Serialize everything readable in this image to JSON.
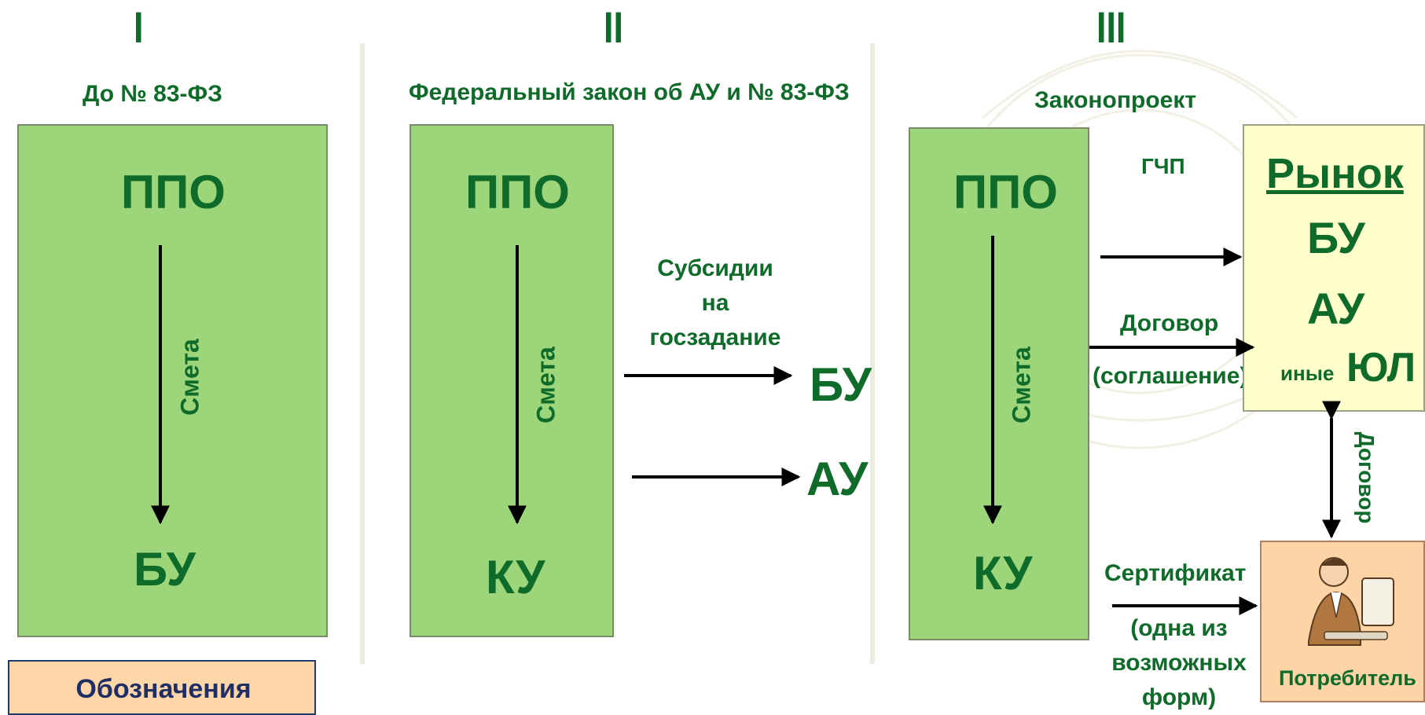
{
  "columns": {
    "c1": {
      "numeral": "I",
      "title": "До № 83-ФЗ",
      "top": "ППО",
      "bottom": "БУ",
      "flow_label": "Смета"
    },
    "c2": {
      "numeral": "II",
      "title": "Федеральный закон об АУ и № 83-ФЗ",
      "top": "ППО",
      "bottom": "КУ",
      "flow_label": "Смета",
      "subsidy_lines": [
        "Субсидии",
        "на",
        "госзадание"
      ],
      "target_bu": "БУ",
      "target_au": "АУ"
    },
    "c3": {
      "numeral": "III",
      "title": "Законопроект",
      "top": "ППО",
      "bottom": "КУ",
      "flow_label": "Смета",
      "gchp": "ГЧП",
      "contract": "Договор",
      "agreement": "(соглашение)",
      "certificate": "Сертификат",
      "cert_note_lines": [
        "(одна из",
        "возможных",
        "форм)"
      ],
      "market": {
        "title": "Рынок",
        "bu": "БУ",
        "au": "АУ",
        "other_prefix": "иные",
        "other": "ЮЛ"
      },
      "consumer": "Потребитель",
      "consumer_contract": "Договор"
    }
  },
  "legend": {
    "title": "Обозначения"
  }
}
